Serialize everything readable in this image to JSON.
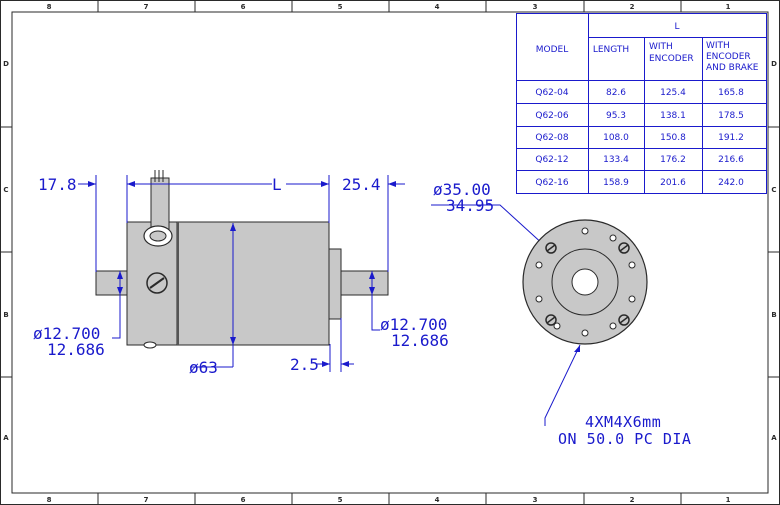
{
  "border": {
    "top_columns": [
      "8",
      "7",
      "6",
      "5",
      "4",
      "3",
      "2",
      "1"
    ],
    "bottom_columns": [
      "8",
      "7",
      "6",
      "5",
      "4",
      "3",
      "2",
      "1"
    ],
    "left_rows": [
      "D",
      "C",
      "B",
      "A"
    ],
    "right_rows": [
      "D",
      "C",
      "B",
      "A"
    ]
  },
  "table": {
    "group_header": "L",
    "model_header": "MODEL",
    "headers": [
      "LENGTH",
      "WITH ENCODER",
      "WITH ENCODER AND BRAKE"
    ],
    "header_lines": [
      [
        "LENGTH"
      ],
      [
        "WITH",
        "ENCODER"
      ],
      [
        "WITH",
        "ENCODER",
        "AND BRAKE"
      ]
    ],
    "rows": [
      {
        "model": "Q62-04",
        "length": "82.6",
        "with_encoder": "125.4",
        "with_encoder_and_brake": "165.8"
      },
      {
        "model": "Q62-06",
        "length": "95.3",
        "with_encoder": "138.1",
        "with_encoder_and_brake": "178.5"
      },
      {
        "model": "Q62-08",
        "length": "108.0",
        "with_encoder": "150.8",
        "with_encoder_and_brake": "191.2"
      },
      {
        "model": "Q62-12",
        "length": "133.4",
        "with_encoder": "176.2",
        "with_encoder_and_brake": "216.6"
      },
      {
        "model": "Q62-16",
        "length": "158.9",
        "with_encoder": "201.6",
        "with_encoder_and_brake": "242.0"
      }
    ]
  },
  "dimensions": {
    "rear_shaft_length": "17.8",
    "body_length": "L",
    "front_shaft_length": "25.4",
    "pilot_diameter_max": "ø35.00",
    "pilot_diameter_min": "34.95",
    "rear_shaft_diameter_max": "ø12.700",
    "rear_shaft_diameter_min": "12.686",
    "front_shaft_diameter_max": "ø12.700",
    "front_shaft_diameter_min": "12.686",
    "body_diameter": "ø63",
    "pilot_depth": "2.5"
  },
  "notes": {
    "mounting_holes": "4XM4X6mm",
    "bolt_circle": "ON 50.0 PC DIA"
  },
  "colors": {
    "dimension_blue": "#1a1acc",
    "body_gray": "#c8c8c8",
    "outline": "#2a2a2a"
  }
}
